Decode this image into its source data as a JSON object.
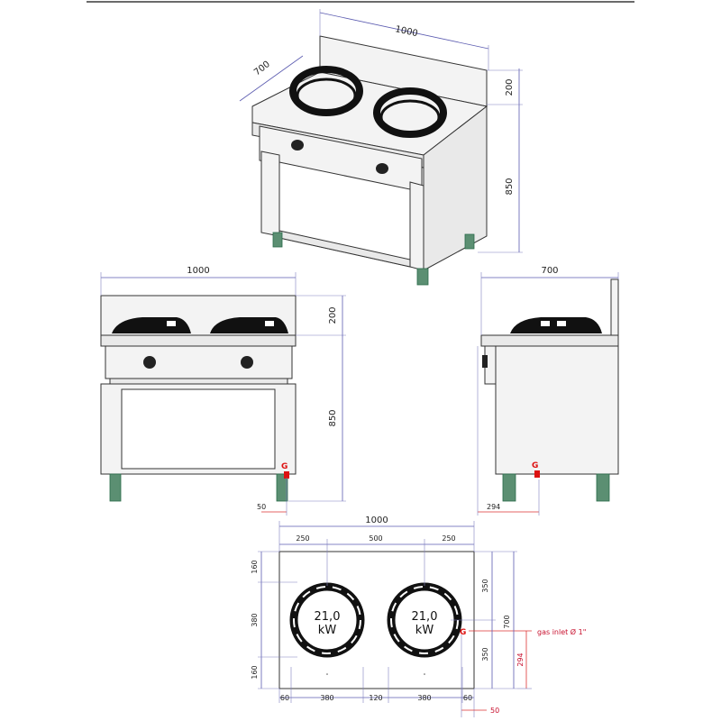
{
  "iso_view": {
    "width": "1000",
    "depth": "700",
    "splash_height": "200",
    "body_height": "850"
  },
  "front_view": {
    "width": "1000",
    "splash_height": "200",
    "body_height": "850",
    "gas_offset": "50",
    "gas_label": "G"
  },
  "side_view": {
    "depth": "700",
    "gas_offset": "294",
    "gas_label": "G"
  },
  "plan_view": {
    "total_width": "1000",
    "top_segments": [
      "250",
      "500",
      "250"
    ],
    "left_segments": [
      "160",
      "380",
      "160"
    ],
    "right_segments": [
      "350",
      "350"
    ],
    "right_total": "700",
    "gas_height": "294",
    "bottom_segments": [
      "60",
      "380",
      "120",
      "380",
      "60"
    ],
    "gas_side_offset": "50",
    "burner_power": [
      "21,0",
      "21,0"
    ],
    "burner_unit": "kW",
    "gas_label": "G",
    "gas_inlet_note": "gas inlet Ø 1\""
  },
  "colors": {
    "dimension_line": "#5b5bb0",
    "gas_marker": "#d11111",
    "body_fill": "#e9e9e9",
    "burner_ring": "#111111"
  }
}
